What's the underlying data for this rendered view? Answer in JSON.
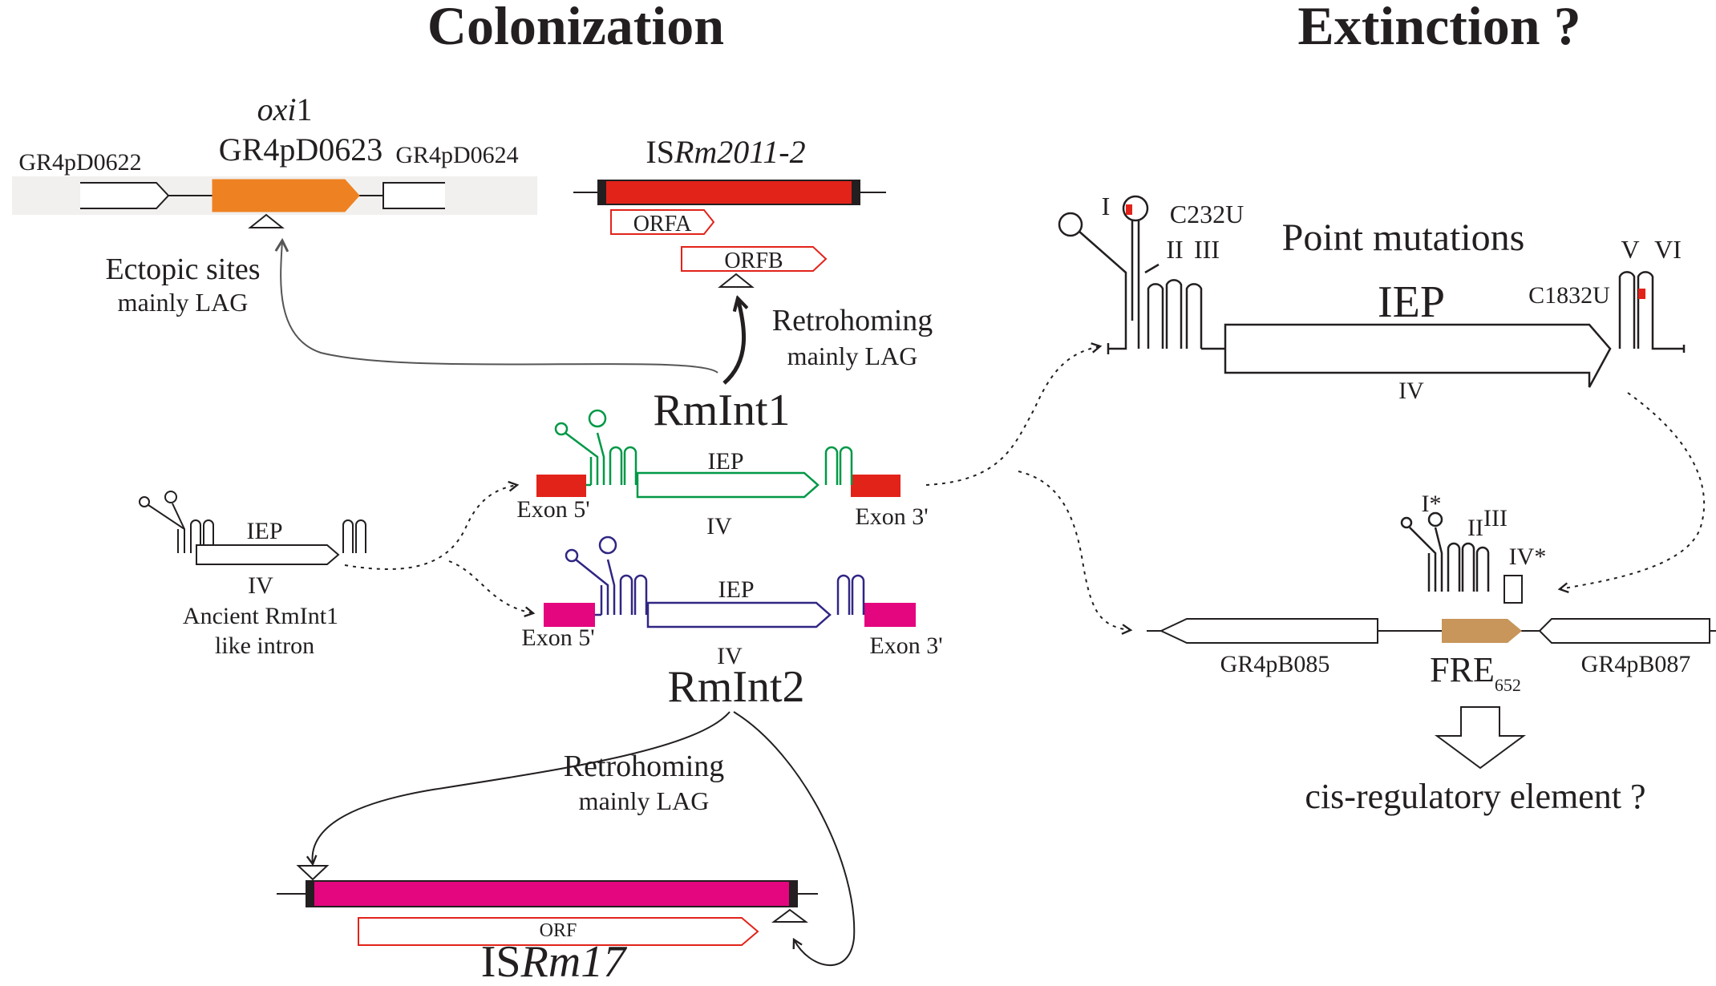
{
  "headings": {
    "colonization": "Colonization",
    "extinction": "Extinction ?"
  },
  "oxi_locus": {
    "gene_italic": "oxi",
    "gene_suffix": "1",
    "target_gene": "GR4pD0623",
    "left_gene": "GR4pD0622",
    "right_gene": "GR4pD0624",
    "ectopic": "Ectopic sites",
    "ectopic_sub": "mainly LAG"
  },
  "is2011": {
    "prefix": "IS",
    "italic": "Rm2011-2",
    "orfa": "ORFA",
    "orfb": "ORFB",
    "retrohoming": "Retrohoming",
    "retrohoming_sub": "mainly LAG"
  },
  "ancient": {
    "iep": "IEP",
    "domain": "IV",
    "line1": "Ancient RmInt1",
    "line2": "like intron"
  },
  "rmint1": {
    "name": "RmInt1",
    "iep": "IEP",
    "domain": "IV",
    "exon5": "Exon 5'",
    "exon3": "Exon 3'"
  },
  "rmint2": {
    "name": "RmInt2",
    "iep": "IEP",
    "domain": "IV",
    "exon5": "Exon 5'",
    "exon3": "Exon 3'",
    "retrohoming": "Retrohoming",
    "retrohoming_sub": "mainly LAG"
  },
  "isrm17": {
    "prefix": "IS",
    "italic": "Rm17",
    "orf": "ORF"
  },
  "mutations": {
    "title": "Point mutations",
    "iep": "IEP",
    "domain": "IV",
    "mut1": "C232U",
    "mut2": "C1832U",
    "d1": "I",
    "d2": "II",
    "d3": "III",
    "d5": "V",
    "d6": "VI"
  },
  "fre": {
    "left_gene": "GR4pB085",
    "right_gene": "GR4pB087",
    "name": "FRE",
    "sub": "652",
    "d1": "I*",
    "d2": "II",
    "d3": "III",
    "d4": "IV*",
    "cis": "cis-regulatory element ?"
  },
  "colors": {
    "orange": "#ee8222",
    "red": "#e2231a",
    "magenta": "#e4067e",
    "green": "#009846",
    "navy": "#302683",
    "tan": "#c8955a",
    "ink": "#231f20"
  }
}
